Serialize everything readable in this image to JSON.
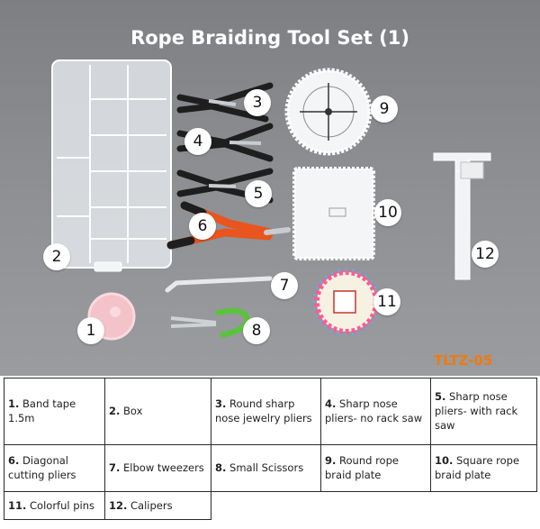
{
  "title": "Rope Braiding Tool Set (1)",
  "model_code": "TLTZ-05",
  "markers": [
    "1",
    "2",
    "3",
    "4",
    "5",
    "6",
    "7",
    "8",
    "9",
    "10",
    "11",
    "12"
  ],
  "legend": [
    {
      "num": "1.",
      "label": "Band tape 1.5m"
    },
    {
      "num": "2.",
      "label": "Box"
    },
    {
      "num": "3.",
      "label": "Round sharp nose jewelry pliers"
    },
    {
      "num": "4.",
      "label": "Sharp nose pliers- no rack saw"
    },
    {
      "num": "5.",
      "label": "Sharp nose pliers- with rack saw"
    },
    {
      "num": "6.",
      "label": "Diagonal cutting pliers"
    },
    {
      "num": "7.",
      "label": "Elbow tweezers"
    },
    {
      "num": "8.",
      "label": "Small Scissors"
    },
    {
      "num": "9.",
      "label": "Round rope braid plate"
    },
    {
      "num": "10.",
      "label": "Square rope braid plate"
    },
    {
      "num": "11.",
      "label": "Colorful pins"
    },
    {
      "num": "12.",
      "label": "Calipers"
    }
  ],
  "colors": {
    "title": "#ffffff",
    "model_code": "#f07a0c",
    "plier_handle_black": "#1e1e1e",
    "plier_handle_orange": "#e8551e",
    "scissors_green": "#59c43a",
    "tape_pink": "#f4c2c9"
  }
}
